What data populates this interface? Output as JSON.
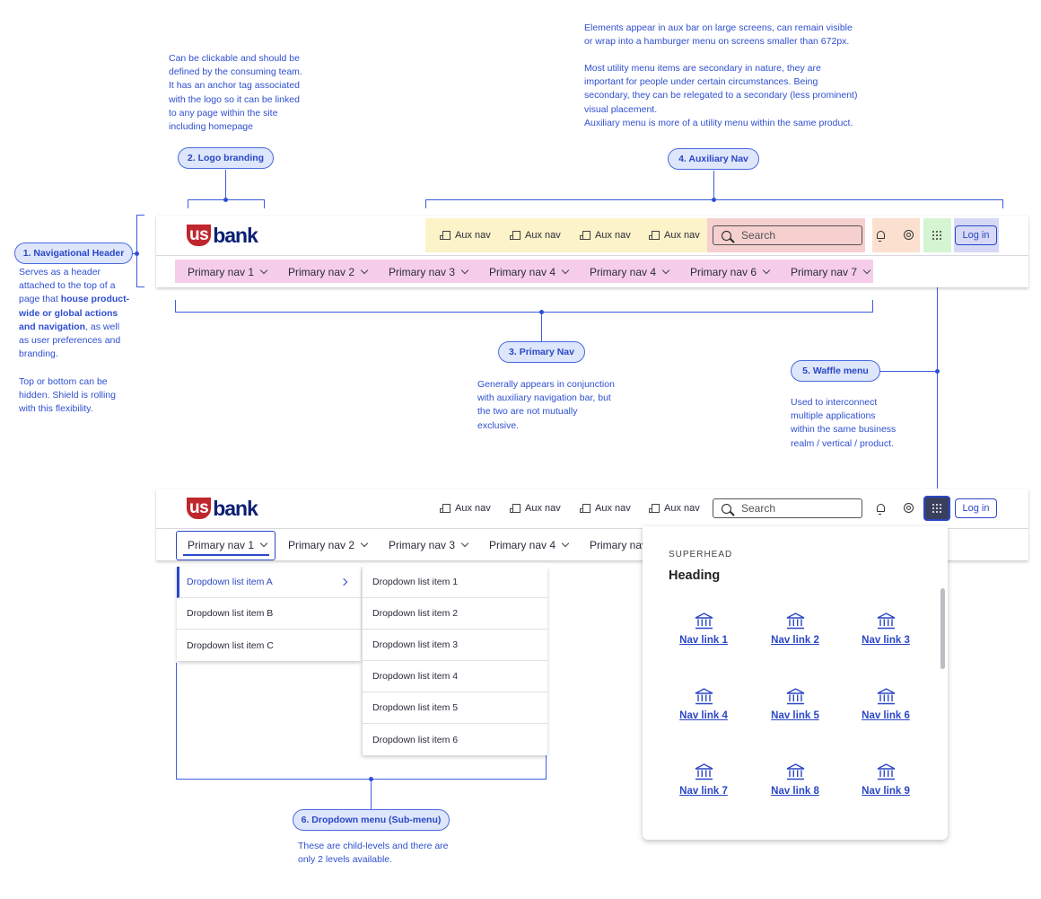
{
  "brand": {
    "us": "us",
    "bank": "bank"
  },
  "annotations": {
    "logo_note": "Can be clickable and should be defined by the consuming team. It has an anchor tag associated with the logo so it can be linked to any page within the site including homepage",
    "aux_note_1": "Elements appear in aux bar on large screens, can remain visible or wrap into a hamburger menu on screens smaller than 672px.",
    "aux_note_2": "Most utility menu items are secondary in nature, they are important for people under certain circumstances. Being secondary, they can be relegated to a secondary (less prominent) visual placement.",
    "aux_note_3": "Auxiliary menu is more of a utility menu within the same product.",
    "header_note_a": "Serves as a header attached to the top of a page that ",
    "header_note_bold": "house product-wide or global actions and navigation",
    "header_note_b": ", as well as user preferences and branding.",
    "header_note_2": "Top or bottom can be hidden. Shield is rolling with this flexibility.",
    "primary_note": "Generally appears in conjunction with auxiliary navigation bar, but the two are not mutually exclusive.",
    "waffle_note": "Used to interconnect multiple applications within the same business realm / vertical / product.",
    "dropdown_note": "These are child-levels and there are only 2 levels available."
  },
  "labels": {
    "nav_header": "1. Navigational Header",
    "logo": "2. Logo branding",
    "primary": "3. Primary Nav",
    "aux": "4. Auxiliary Nav",
    "waffle": "5. Waffle menu",
    "dropdown": "6. Dropdown menu (Sub-menu)"
  },
  "header": {
    "aux_items": [
      "Aux nav",
      "Aux nav",
      "Aux nav",
      "Aux nav"
    ],
    "search_placeholder": "Search",
    "login": "Log in",
    "primary_top": [
      "Primary nav 1",
      "Primary nav 2",
      "Primary nav 3",
      "Primary nav 4",
      "Primary nav 4",
      "Primary nav 6",
      "Primary nav 7"
    ],
    "primary_bottom": [
      "Primary nav 1",
      "Primary nav 2",
      "Primary nav 3",
      "Primary nav 4",
      "Primary nav"
    ]
  },
  "dropdown": {
    "level1": [
      "Dropdown list item A",
      "Dropdown list item B",
      "Dropdown list item C"
    ],
    "level2": [
      "Dropdown list item 1",
      "Dropdown list item 2",
      "Dropdown list item 3",
      "Dropdown list item 4",
      "Dropdown list item 5",
      "Dropdown list item 6"
    ]
  },
  "waffle_panel": {
    "superhead": "SUPERHEAD",
    "heading": "Heading",
    "links": [
      "Nav link 1",
      "Nav link 2",
      "Nav link 3",
      "Nav link 4",
      "Nav link 5",
      "Nav link 6",
      "Nav link 7",
      "Nav link 8",
      "Nav link 9"
    ]
  },
  "colors": {
    "annotation": "#2f4fd0",
    "logo_area": "#ffffff",
    "aux_highlight": "#fdf3c8",
    "search_highlight": "#f6cfcf",
    "icons_highlight": "#fbe0cf",
    "waffle_highlight": "#d5f5d2",
    "login_highlight": "#d6d8f6",
    "primary_highlight": "#f5cdeb",
    "brand_red": "#c0262d",
    "brand_navy": "#0c2074"
  }
}
